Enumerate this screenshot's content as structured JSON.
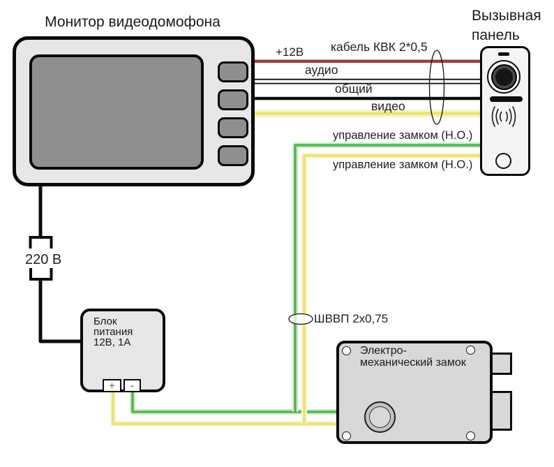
{
  "monitor": {
    "title": "Монитор видеодомофона"
  },
  "panel": {
    "title_line1": "Вызывная",
    "title_line2": "панель"
  },
  "wires": {
    "cable_label": "кабель КВК 2*0,5",
    "plus12_label": "+12В",
    "audio_label": "аудио",
    "common_label": "общий",
    "video_label": "видео",
    "lock_no_label_top": "управление замком (Н.О.)",
    "lock_no_label_bottom": "управление замком (Н.О.)",
    "shvvp_label": "ШВВП 2х0,75"
  },
  "power": {
    "mains_label": "220 В",
    "psu_line1": "Блок",
    "psu_line2": "питания",
    "psu_line3": "12В, 1А",
    "plus_label": "+",
    "minus_label": "-"
  },
  "lock": {
    "label_line1": "Электро-",
    "label_line2": "механический замок"
  },
  "colors": {
    "wire_red": "#9e4147",
    "wire_red_dark": "#7c333a",
    "wire_black": "#0d0d0d",
    "wire_white": "#ffffff",
    "wire_yellow": "#ebe377",
    "wire_yellow_glow": "#f8f5cd",
    "wire_green": "#57b257",
    "wire_green_glow": "#d2ecca"
  }
}
